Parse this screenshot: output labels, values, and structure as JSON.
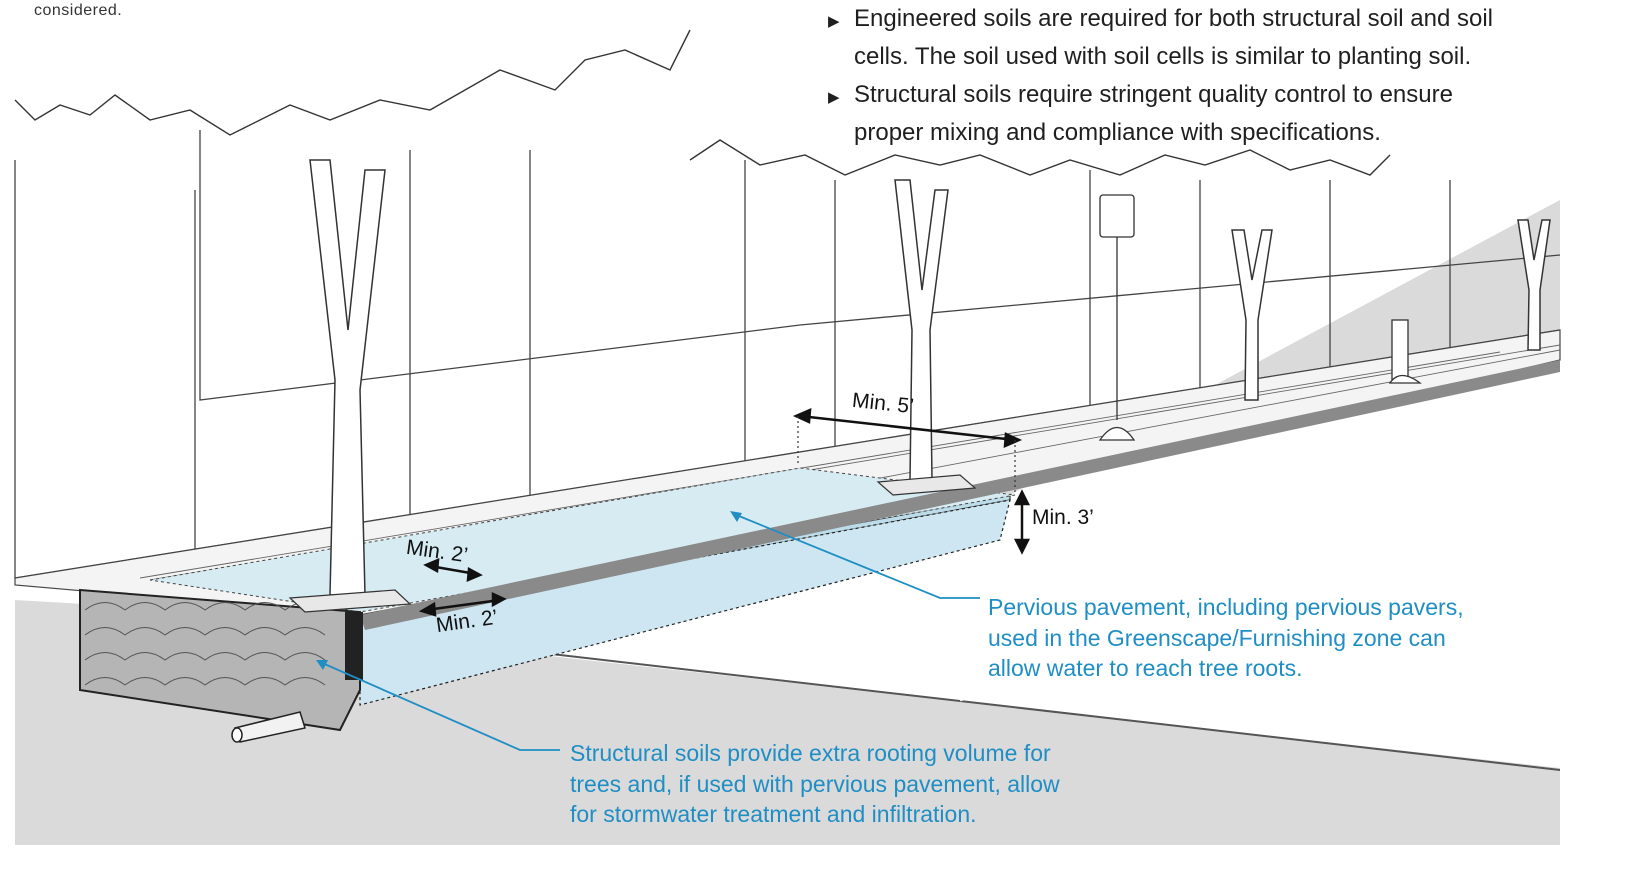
{
  "top_note": "considered.",
  "bullets": [
    {
      "line1": "Engineered soils are required for both structural soil and soil",
      "line2": "cells. The soil used with soil cells is similar to planting soil."
    },
    {
      "line1": "Structural soils require stringent quality control to ensure",
      "line2": "proper mixing and compliance with specifications."
    }
  ],
  "dimensions": {
    "min_5": "Min. 5’",
    "min_3": "Min. 3’",
    "min_2_upper": "Min. 2’",
    "min_2_lower": "Min. 2’"
  },
  "callouts": {
    "pervious": [
      "Pervious pavement, including pervious pavers,",
      "used in the Greenscape/Furnishing zone can",
      "allow water to reach tree roots."
    ],
    "structural": [
      "Structural soils provide extra rooting volume for",
      "trees and, if used with pervious pavement, allow",
      "for stormwater treatment and infiltration."
    ]
  },
  "colors": {
    "callout_blue": "#1f8ec4",
    "soil_zone": "#cde6f1",
    "road": "#d9d9d9",
    "line": "#222222"
  },
  "icons": {
    "bullet": "triangle-right-icon"
  }
}
